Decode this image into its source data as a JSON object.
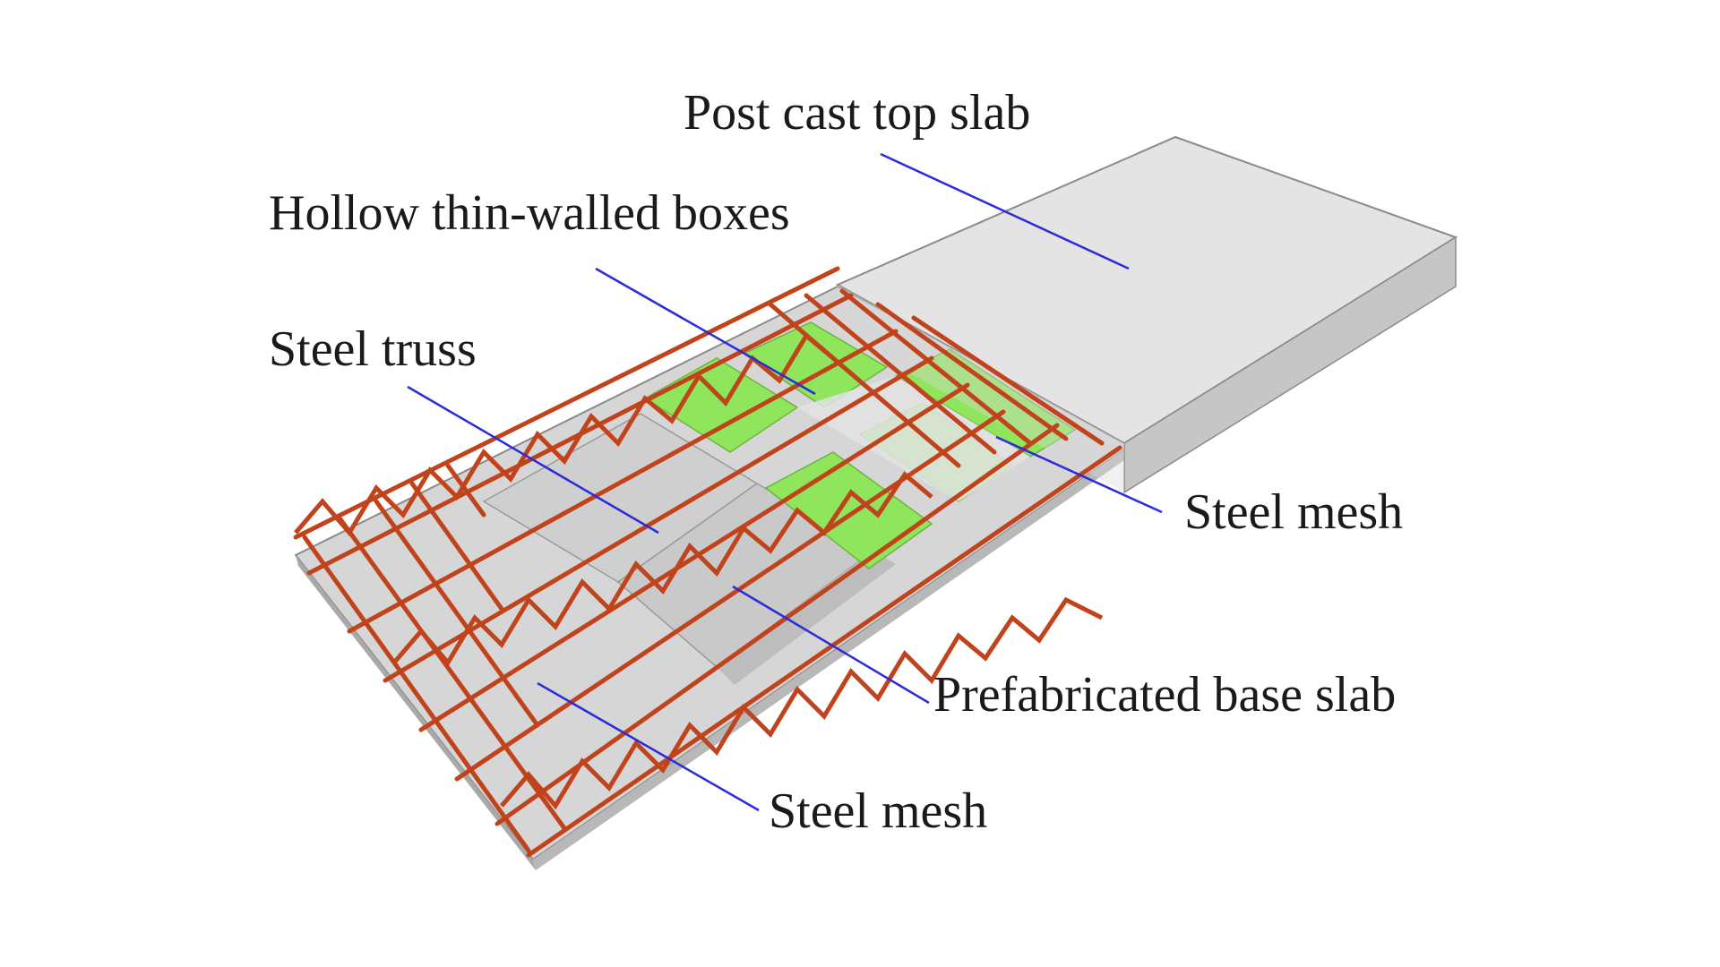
{
  "labels": {
    "post_cast_top_slab": "Post cast top slab",
    "hollow_boxes": "Hollow thin-walled boxes",
    "steel_truss": "Steel truss",
    "steel_mesh_upper": "Steel mesh",
    "prefab_base_slab": "Prefabricated base slab",
    "steel_mesh_lower": "Steel mesh"
  },
  "colors": {
    "leader_line": "#2b2bd9",
    "rebar": "#c0431c",
    "hollow_box": "#8ee85a",
    "concrete_top": "#e2e2e2",
    "concrete_side": "#bdbdbd",
    "base_slab": "#d3d3d3"
  }
}
